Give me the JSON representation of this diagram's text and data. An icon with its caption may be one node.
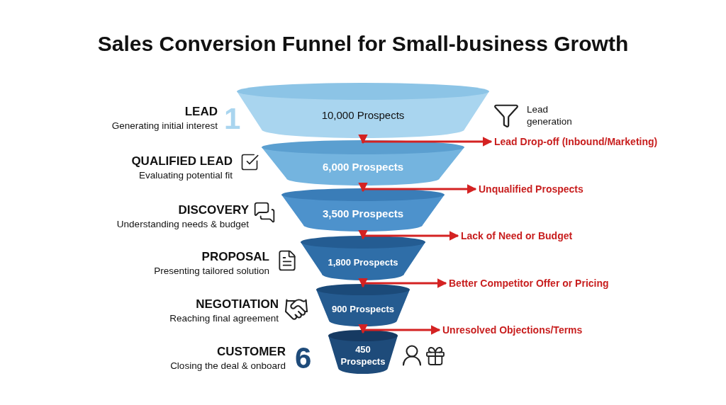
{
  "diagram": {
    "title": "Sales Conversion Funnel for Small-business Growth",
    "nodes": [
      {
        "text": [
          "10,000 Prospects"
        ]
      },
      {
        "text": [
          "6,000 Prospects"
        ]
      },
      {
        "text": [
          "3,500 Prospects"
        ]
      },
      {
        "text": [
          "1,800 Prospects"
        ]
      },
      {
        "text": [
          "900 Prospects"
        ]
      },
      {
        "text": [
          "450 Prospects"
        ]
      },
      {
        "text": [
          "Lead Drop-off (Inbound/Marketing)"
        ]
      },
      {
        "text": [
          "Unqualified Prospects"
        ]
      },
      {
        "text": [
          "Lack of Need or Budget"
        ]
      },
      {
        "text": [
          "Better Competitor Offer or Pricing"
        ]
      },
      {
        "text": [
          "Unresolved Objections/Terms"
        ]
      }
    ],
    "edges": [
      {
        "from": 0,
        "to": 1,
        "arrow": "to"
      },
      {
        "from": 0,
        "to": 6,
        "arrow": "to"
      },
      {
        "from": 1,
        "to": 2,
        "arrow": "to"
      },
      {
        "from": 1,
        "to": 7,
        "arrow": "to"
      },
      {
        "from": 2,
        "to": 3,
        "arrow": "to"
      },
      {
        "from": 2,
        "to": 8,
        "arrow": "to"
      },
      {
        "from": 3,
        "to": 4,
        "arrow": "to"
      },
      {
        "from": 3,
        "to": 9,
        "arrow": "to"
      },
      {
        "from": 4,
        "to": 5,
        "arrow": "to"
      },
      {
        "from": 4,
        "to": 10,
        "arrow": "to"
      }
    ],
    "labels": [
      "LEAD",
      "Generating initial interest",
      "1",
      "Lead generation",
      "QUALIFIED LEAD",
      "Evaluating potential fit",
      "DISCOVERY",
      "Understanding needs & budget",
      "PROPOSAL",
      "Presenting tailored solution",
      "NEGOTIATION",
      "Reaching final agreement",
      "CUSTOMER",
      "Closing the deal & onboard",
      "6"
    ]
  }
}
